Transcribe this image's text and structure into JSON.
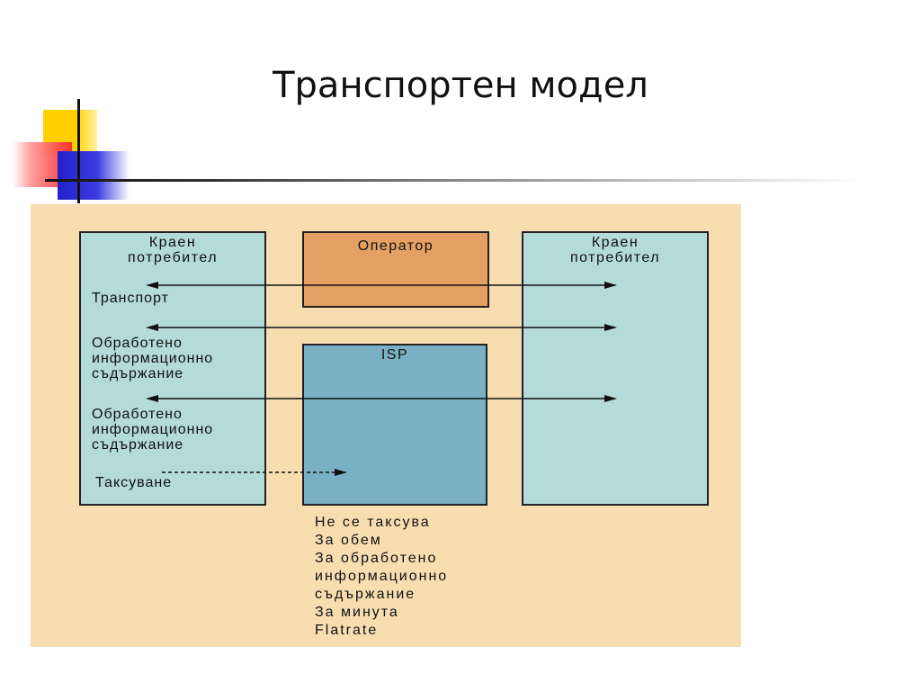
{
  "slide": {
    "title": "Транспортен модел"
  },
  "diagram": {
    "left_box": {
      "title": "Краен потребител"
    },
    "right_box": {
      "title": "Краен потребител"
    },
    "operator_box": {
      "title": "Оператор"
    },
    "isp_box": {
      "title": "ISP"
    },
    "flows": {
      "transport": "Транспорт",
      "content_1": "Обработено информационно съдържание",
      "content_2": "Обработено информационно съдържание",
      "billing": "Таксуване"
    },
    "billing_options": [
      "Не се таксува",
      "За обем",
      "За обработено информационно съдържание",
      "За минута",
      "Flatrate"
    ],
    "colors": {
      "panel": "#f8ddb0",
      "end_user_box": "#b4dada",
      "operator_box": "#e3a062",
      "isp_box": "#7ab0c3"
    }
  }
}
